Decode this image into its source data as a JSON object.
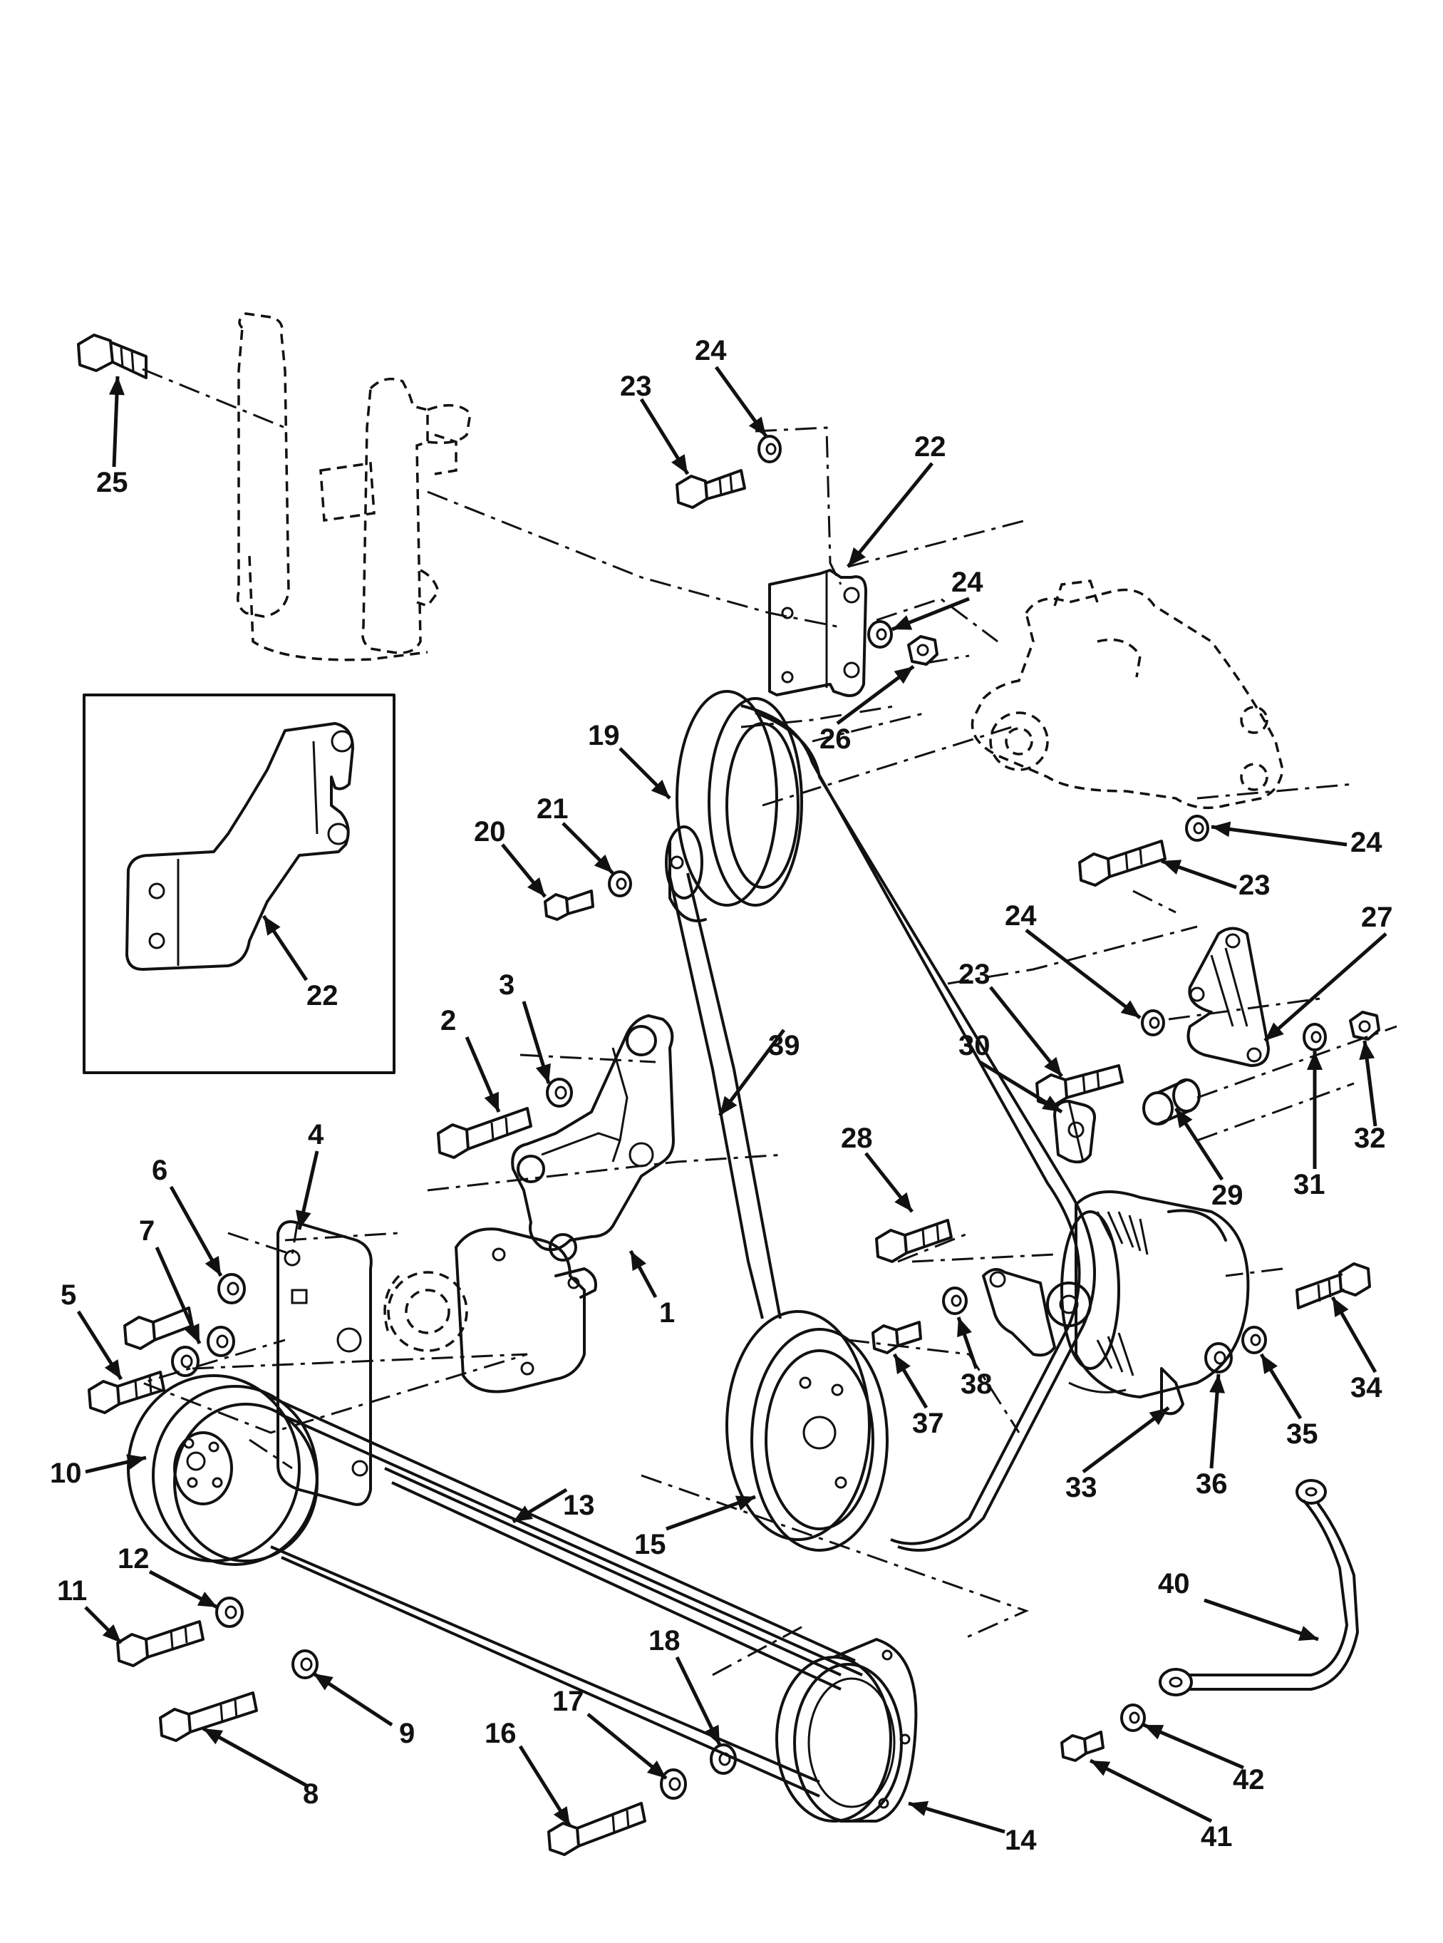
{
  "callouts": [
    {
      "id": "1",
      "text": "1"
    },
    {
      "id": "2",
      "text": "2"
    },
    {
      "id": "3",
      "text": "3"
    },
    {
      "id": "4",
      "text": "4"
    },
    {
      "id": "5",
      "text": "5"
    },
    {
      "id": "6",
      "text": "6"
    },
    {
      "id": "7",
      "text": "7"
    },
    {
      "id": "8",
      "text": "8"
    },
    {
      "id": "9",
      "text": "9"
    },
    {
      "id": "10",
      "text": "10"
    },
    {
      "id": "11",
      "text": "11"
    },
    {
      "id": "12",
      "text": "12"
    },
    {
      "id": "13",
      "text": "13"
    },
    {
      "id": "14",
      "text": "14"
    },
    {
      "id": "15",
      "text": "15"
    },
    {
      "id": "16",
      "text": "16"
    },
    {
      "id": "17",
      "text": "17"
    },
    {
      "id": "18",
      "text": "18"
    },
    {
      "id": "19",
      "text": "19"
    },
    {
      "id": "20",
      "text": "20"
    },
    {
      "id": "21",
      "text": "21"
    },
    {
      "id": "22a",
      "text": "22"
    },
    {
      "id": "22b",
      "text": "22"
    },
    {
      "id": "23a",
      "text": "23"
    },
    {
      "id": "23b",
      "text": "23"
    },
    {
      "id": "23c",
      "text": "23"
    },
    {
      "id": "24a",
      "text": "24"
    },
    {
      "id": "24b",
      "text": "24"
    },
    {
      "id": "24c",
      "text": "24"
    },
    {
      "id": "24d",
      "text": "24"
    },
    {
      "id": "25",
      "text": "25"
    },
    {
      "id": "26",
      "text": "26"
    },
    {
      "id": "27",
      "text": "27"
    },
    {
      "id": "28",
      "text": "28"
    },
    {
      "id": "29",
      "text": "29"
    },
    {
      "id": "30",
      "text": "30"
    },
    {
      "id": "31",
      "text": "31"
    },
    {
      "id": "32",
      "text": "32"
    },
    {
      "id": "33",
      "text": "33"
    },
    {
      "id": "34",
      "text": "34"
    },
    {
      "id": "35",
      "text": "35"
    },
    {
      "id": "36",
      "text": "36"
    },
    {
      "id": "37",
      "text": "37"
    },
    {
      "id": "38",
      "text": "38"
    },
    {
      "id": "39",
      "text": "39"
    },
    {
      "id": "40",
      "text": "40"
    },
    {
      "id": "41",
      "text": "41"
    },
    {
      "id": "42",
      "text": "42"
    }
  ],
  "inset": {
    "callout": "22"
  }
}
